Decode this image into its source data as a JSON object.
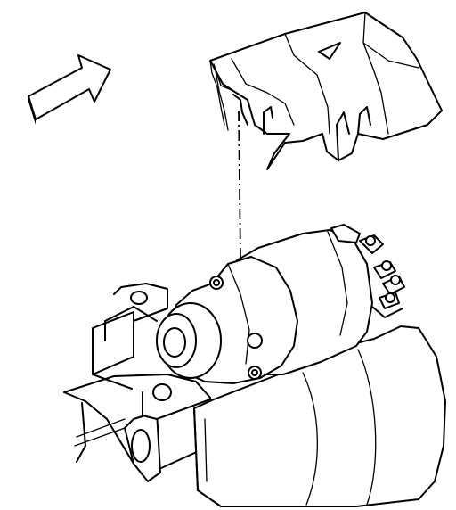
{
  "diagram": {
    "parts": [
      {
        "id": "direction-arrow",
        "icon": "arrow-up-right-icon"
      },
      {
        "id": "heat-shield",
        "icon": "heat-shield-icon"
      },
      {
        "id": "alignment-line"
      },
      {
        "id": "starter-motor",
        "icon": "starter-motor-icon"
      },
      {
        "id": "engine-block",
        "icon": "engine-block-icon"
      }
    ],
    "colors": {
      "stroke": "#000000",
      "fill": "#ffffff"
    }
  }
}
